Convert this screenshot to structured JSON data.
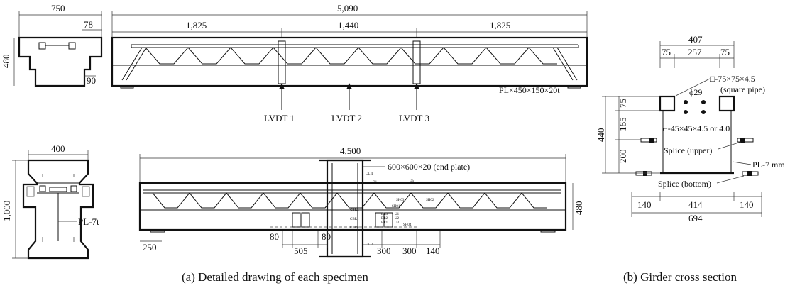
{
  "top_section": {
    "width": "750",
    "flange": "78",
    "height": "480",
    "bottom": "90"
  },
  "top_beam": {
    "total": "5,090",
    "seg1": "1,825",
    "seg2": "1,440",
    "seg3": "1,825",
    "plate": "PL×450×150×20t",
    "lvdt1": "LVDT 1",
    "lvdt2": "LVDT 2",
    "lvdt3": "LVDT 3"
  },
  "bottom_section": {
    "width": "400",
    "height": "1,000",
    "plate": "PL-7t"
  },
  "bottom_beam": {
    "total": "4,500",
    "end_plate": "600×600×20 (end plate)",
    "depth": "480",
    "d250": "250",
    "d80a": "80",
    "d80b": "80",
    "d505": "505",
    "d300a": "300",
    "d300b": "300",
    "d140": "140",
    "gauges": {
      "cl4": "CL 4",
      "cl2": "CL 2",
      "cbr2": "CBR2",
      "cbr1": "CBR1",
      "cbr0": "CBR0",
      "sh03": "SH03",
      "sh02": "SH02",
      "sh01": "SH01",
      "sh04": "SH04",
      "br3": "BR3",
      "br2": "BR2",
      "br1": "BR1",
      "u1": "U1",
      "u2": "U2",
      "u3": "U3",
      "d5": "D5",
      "d1": "D1"
    }
  },
  "cross_section": {
    "w407": "407",
    "w75a": "75",
    "w257": "257",
    "w75b": "75",
    "pipe": "□-75×75×4.5",
    "pipe_note": "(square pipe)",
    "bar": "ϕ29",
    "angle": "⌐-45×45×4.5 or 4.0",
    "splice_upper": "Splice (upper)",
    "splice_bottom": "Splice (bottom)",
    "plate": "PL-7 mm",
    "h440": "440",
    "h75": "75",
    "h165": "165",
    "h200": "200",
    "b140a": "140",
    "b414": "414",
    "b140b": "140",
    "b694": "694"
  },
  "captions": {
    "a": "(a) Detailed drawing of each specimen",
    "b": "(b) Girder cross section"
  }
}
